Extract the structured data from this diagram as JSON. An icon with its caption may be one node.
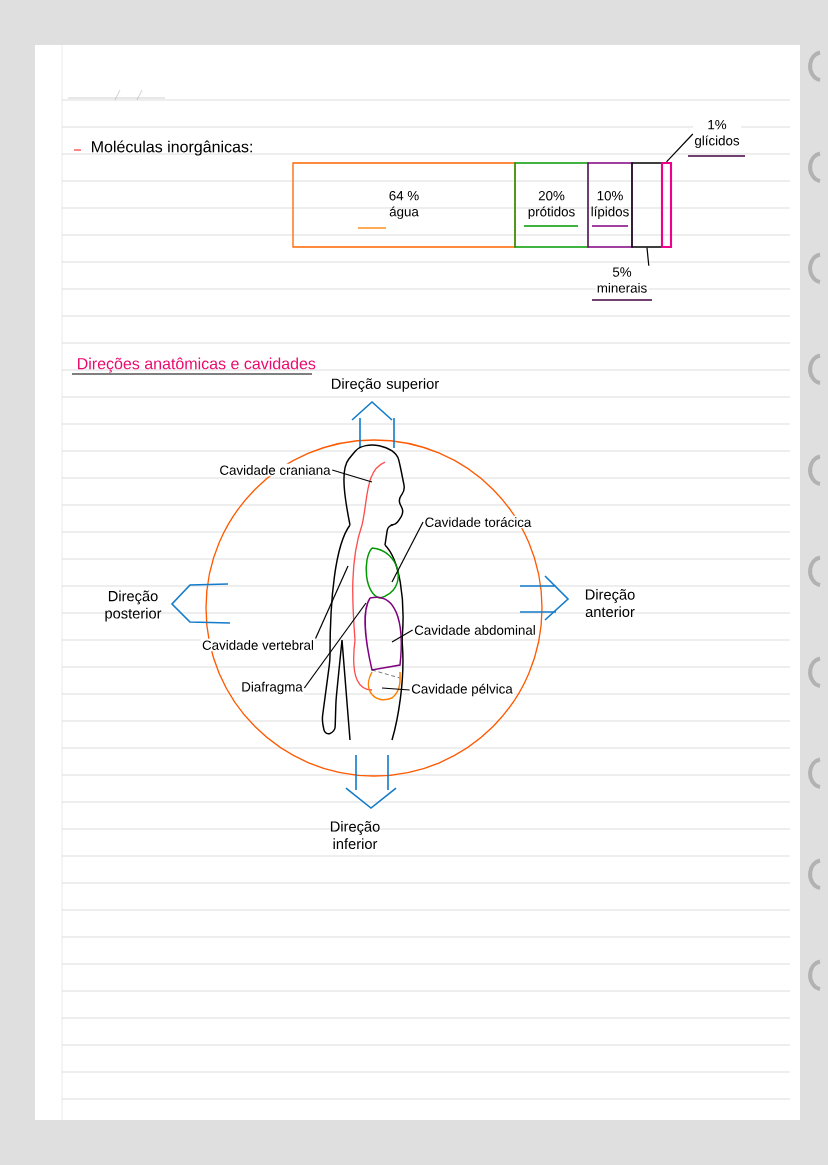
{
  "diagram": {
    "title": "Moléculas inorgânicas:",
    "nodes": [
      {
        "text": [
          "64 %",
          "água"
        ]
      },
      {
        "text": [
          "20%",
          "prótidos"
        ]
      },
      {
        "text": [
          "10%",
          "lípidos"
        ]
      },
      {
        "text": [],
        "shape": "box"
      },
      {
        "text": [],
        "shape": "bar"
      },
      {
        "text": [
          "5%",
          "minerais"
        ]
      },
      {
        "text": [
          "1%",
          "glícidos"
        ]
      },
      {
        "text": [
          "Cavidade craniana"
        ]
      },
      {
        "text": [
          "Cavidade torácica"
        ]
      },
      {
        "text": [
          "Cavidade vertebral"
        ]
      },
      {
        "text": [
          "Cavidade abdominal"
        ]
      },
      {
        "text": [
          "Diafragma"
        ]
      },
      {
        "text": [
          "Cavidade pélvica"
        ]
      }
    ],
    "edges": [
      {
        "from": 5,
        "to": 3,
        "arrow": "none"
      },
      {
        "from": 6,
        "to": 4,
        "arrow": "none"
      },
      {
        "from": 7,
        "to": null,
        "arrow": "none"
      },
      {
        "from": 8,
        "to": null,
        "arrow": "none"
      },
      {
        "from": 9,
        "to": null,
        "arrow": "none"
      },
      {
        "from": 10,
        "to": null,
        "arrow": "none"
      },
      {
        "from": 11,
        "to": null,
        "arrow": "none"
      },
      {
        "from": 12,
        "to": null,
        "arrow": "none"
      }
    ],
    "labels": [
      "Direções anatômicas e cavidades",
      "Direção superior",
      "Direção posterior",
      "Direção anterior",
      "Direção inferior"
    ]
  }
}
